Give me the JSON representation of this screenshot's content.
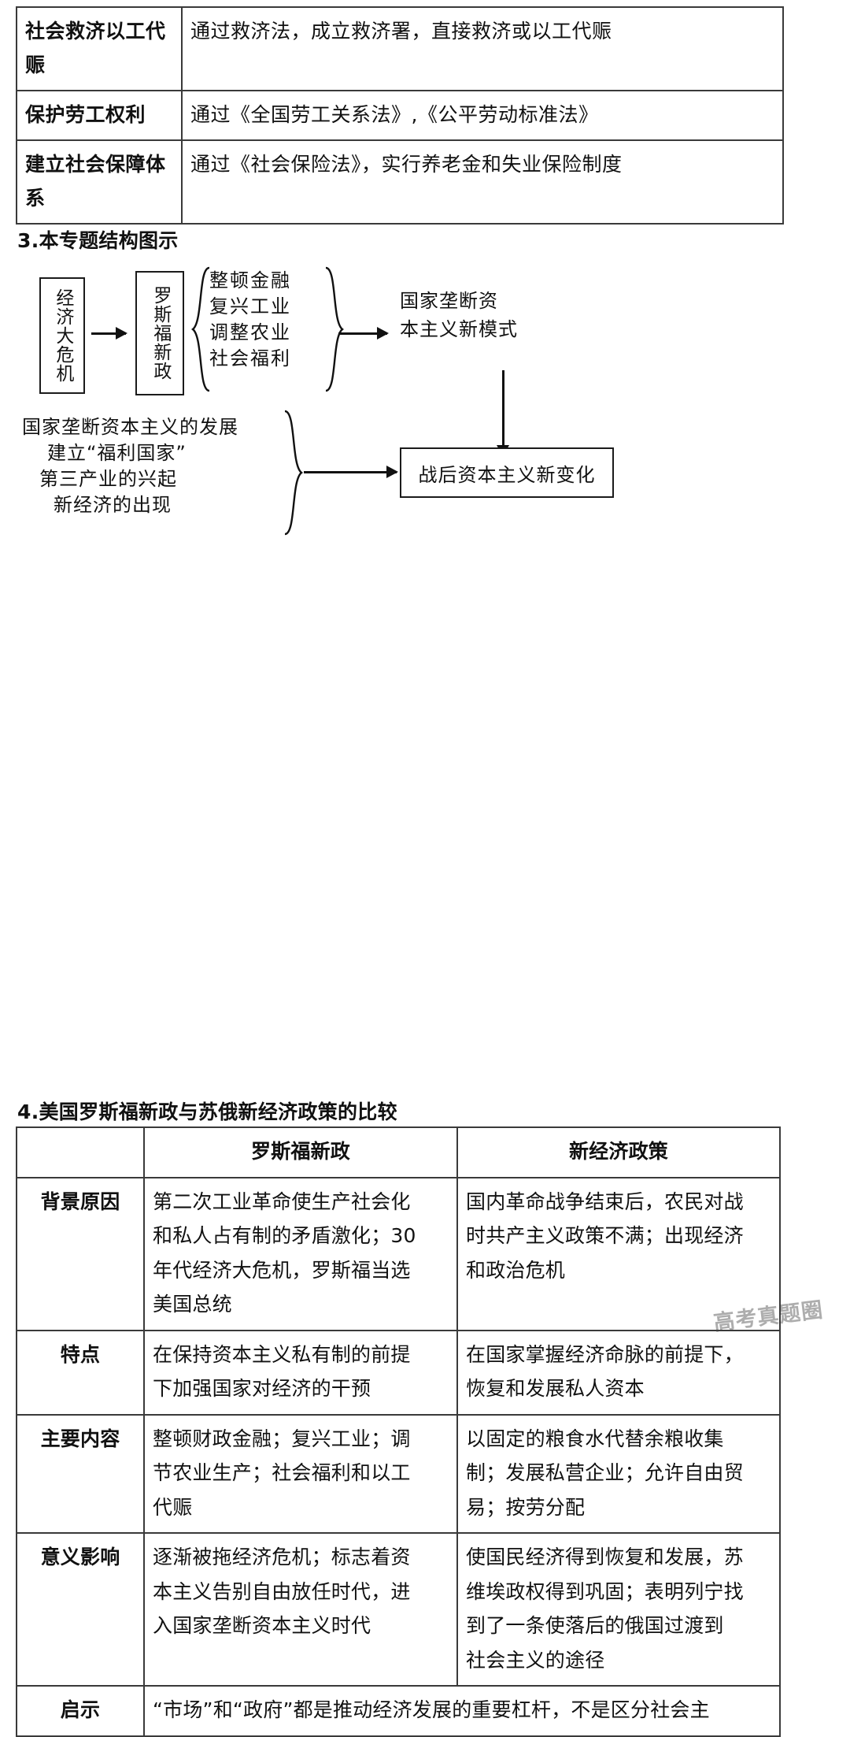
{
  "document": {
    "language": "zh-CN"
  },
  "policy_table": {
    "rows": [
      {
        "label": "社会救济以工代赈",
        "content": "通过救济法，成立救济署，直接救济或以工代赈"
      },
      {
        "label": "保护劳工权利",
        "content": "通过《全国劳工关系法》,《公平劳动标准法》"
      },
      {
        "label": "建立社会保障体系",
        "content": "通过《社会保险法》，实行养老金和失业保险制度"
      }
    ]
  },
  "section_structure": {
    "heading": "3.本专题结构图示",
    "box_crisis": "经济大危机",
    "box_new_deal": "罗斯福新政",
    "measures": [
      "整顿金融",
      "复兴工业",
      "调整农业",
      "社会福利"
    ],
    "result_model": "国家垄断资本主义新模式",
    "result_model_lines": [
      "国家垄断资",
      "本主义新模式"
    ],
    "changes": [
      "国家垄断资本主义的发展",
      "建立“福利国家”",
      "第三产业的兴起",
      "新经济的出现"
    ],
    "box_postwar": "战后资本主义新变化"
  },
  "section_compare": {
    "heading": "4.美国罗斯福新政与苏俄新经济政策的比较",
    "columns": [
      "",
      "罗斯福新政",
      "新经济政策"
    ],
    "rows": [
      {
        "label": "背景原因",
        "new_deal_lines": [
          "第二次工业革命使生产社会化",
          "和私人占有制的矛盾激化；30",
          "年代经济大危机，罗斯福当选",
          "美国总统"
        ],
        "nep_lines": [
          "国内革命战争结束后，农民对战",
          "时共产主义政策不满；出现经济",
          "和政治危机"
        ]
      },
      {
        "label": "特点",
        "new_deal_lines": [
          "在保持资本主义私有制的前提",
          "下加强国家对经济的干预"
        ],
        "nep_lines": [
          "在国家掌握经济命脉的前提下，",
          "恢复和发展私人资本"
        ]
      },
      {
        "label": "主要内容",
        "new_deal_lines": [
          "整顿财政金融；复兴工业；调",
          "节农业生产；社会福利和以工",
          "代赈"
        ],
        "nep_lines": [
          "以固定的粮食水代替余粮收集",
          "制；发展私营企业；允许自由贸",
          "易；按劳分配"
        ]
      },
      {
        "label": "意义影响",
        "new_deal_lines": [
          "逐渐被拖经济危机；标志着资",
          "本主义告别自由放任时代，进",
          "入国家垄断资本主义时代"
        ],
        "nep_lines": [
          "使国民经济得到恢复和发展，苏",
          "维埃政权得到巩固；表明列宁找",
          "到了一条使落后的俄国过渡到",
          "社会主义的途径"
        ]
      }
    ],
    "final_row": {
      "label": "启示",
      "content": "“市场”和“政府”都是推动经济发展的重要杠杆，不是区分社会主"
    }
  },
  "watermark": {
    "text": "高考真题圈"
  }
}
